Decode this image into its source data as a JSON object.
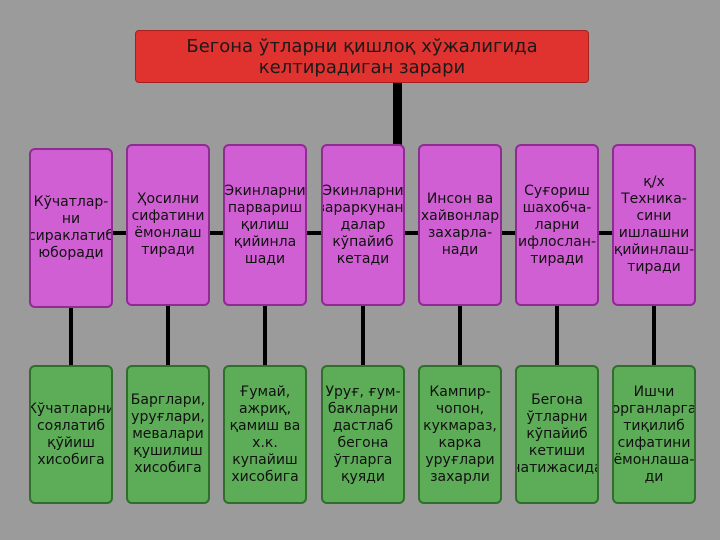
{
  "title": "Бегона ўтларни қишлоқ хўжалигида келтирадиган зарари",
  "top_nodes": [
    "Кўчатлар-ни сираклатиб юборади",
    "Ҳосилни сифатини ёмонлаш тиради",
    "Экинларни парвариш қилиш қийинла шади",
    "Экинларни зараркунан-далар кўпайиб кетади",
    "Инсон ва хайвонлар захарла-нади",
    "Суғориш шахобча-ларни ифлослан-тиради",
    "қ/х Техника-сини ишлашни қийинлаш-тиради"
  ],
  "bottom_nodes": [
    "Кўчатларни соялатиб қўйиш хисобига",
    "Барглари, уруғлари, мевалари қушилиш хисобига",
    "Ғумай, ажриқ, қамиш ва х.к. купайиш хисобига",
    "Уруғ, ғум-бакларни дастлаб бегона ўтларга қуяди",
    "Кампир-чопон, кукмараз, карка уруғлари захарли",
    "Бегона ўтларни кўпайиб кетиши натижасида",
    "Ишчи органларга тиқилиб сифатини ёмонлаша-ди"
  ],
  "colors": {
    "background": "#9b9b9b",
    "title_fill": "#e0322f",
    "top_fill": "#cf5fd2",
    "bottom_fill": "#5dac58",
    "connector": "#000000"
  }
}
